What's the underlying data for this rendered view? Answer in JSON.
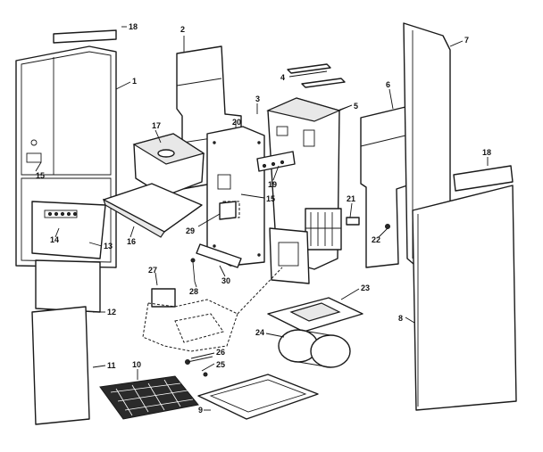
{
  "callouts": [
    {
      "id": "c1",
      "text": "1"
    },
    {
      "id": "c2",
      "text": "2"
    },
    {
      "id": "c3",
      "text": "3"
    },
    {
      "id": "c4",
      "text": "4"
    },
    {
      "id": "c5",
      "text": "5"
    },
    {
      "id": "c6",
      "text": "6"
    },
    {
      "id": "c7",
      "text": "7"
    },
    {
      "id": "c8",
      "text": "8"
    },
    {
      "id": "c9",
      "text": "9"
    },
    {
      "id": "c10",
      "text": "10"
    },
    {
      "id": "c11",
      "text": "11"
    },
    {
      "id": "c12",
      "text": "12"
    },
    {
      "id": "c13",
      "text": "13"
    },
    {
      "id": "c14",
      "text": "14"
    },
    {
      "id": "c15a",
      "text": "15"
    },
    {
      "id": "c15b",
      "text": "15"
    },
    {
      "id": "c16",
      "text": "16"
    },
    {
      "id": "c17",
      "text": "17"
    },
    {
      "id": "c18a",
      "text": "18"
    },
    {
      "id": "c18b",
      "text": "18"
    },
    {
      "id": "c19",
      "text": "19"
    },
    {
      "id": "c20",
      "text": "20"
    },
    {
      "id": "c21",
      "text": "21"
    },
    {
      "id": "c22",
      "text": "22"
    },
    {
      "id": "c23",
      "text": "23"
    },
    {
      "id": "c24",
      "text": "24"
    },
    {
      "id": "c25",
      "text": "25"
    },
    {
      "id": "c26",
      "text": "26"
    },
    {
      "id": "c27",
      "text": "27"
    },
    {
      "id": "c28",
      "text": "28"
    },
    {
      "id": "c29",
      "text": "29"
    },
    {
      "id": "c30",
      "text": "30"
    }
  ]
}
